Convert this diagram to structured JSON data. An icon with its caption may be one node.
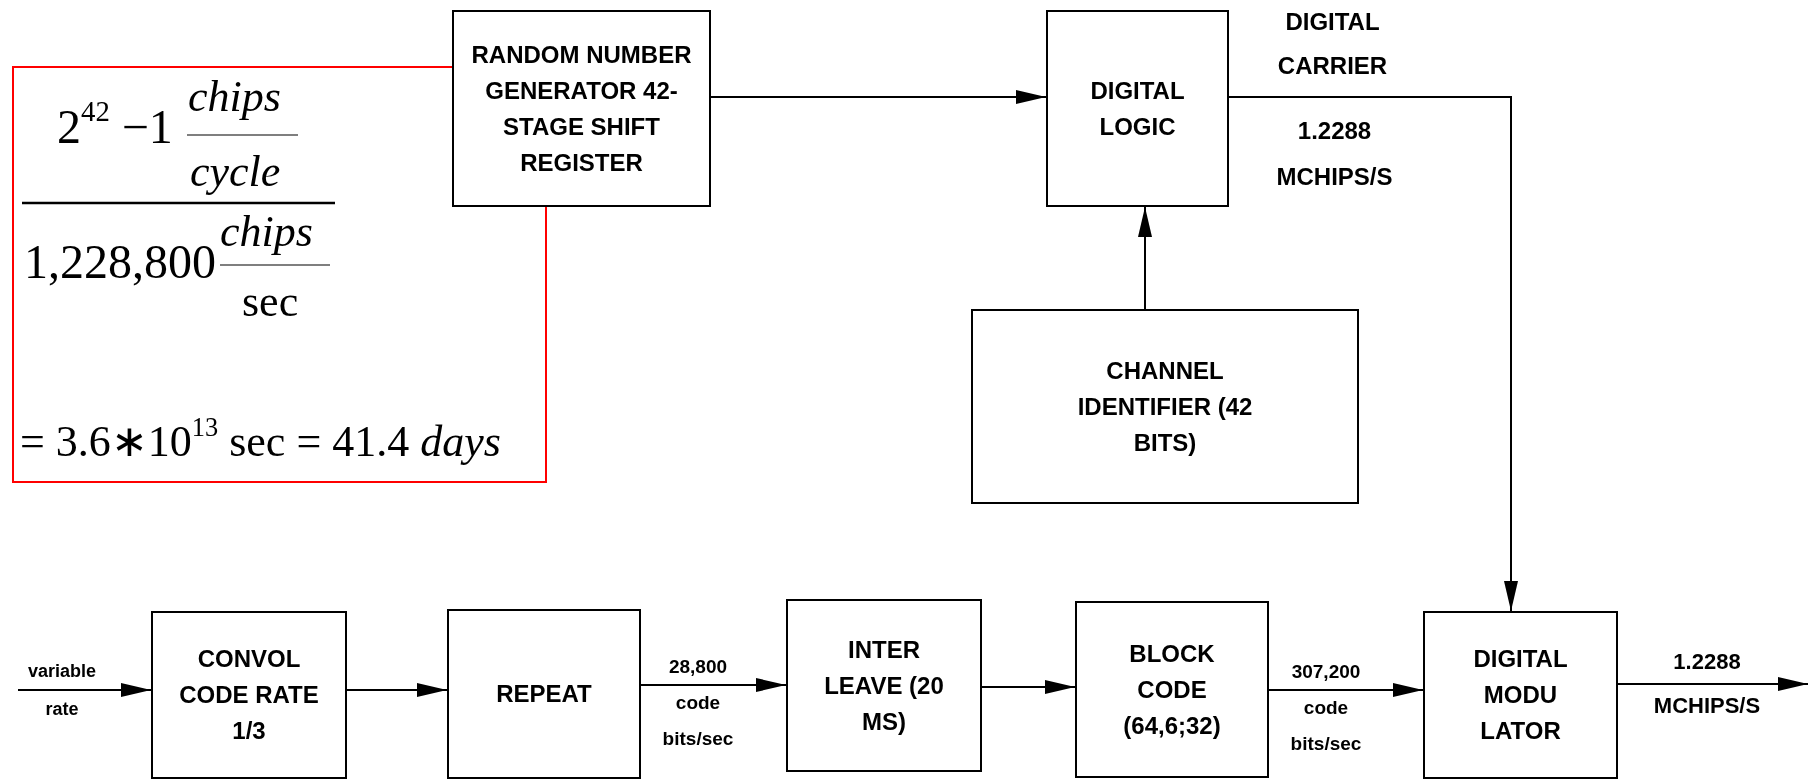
{
  "diagram": {
    "nodes": [
      {
        "text": [
          "2$^{42}$ −1",
          "chips",
          "cycle",
          "1,228,800",
          "chips",
          "sec",
          "= 3.6∗10$^{13}$ sec = 41.4 *days*"
        ]
      },
      {
        "text": [
          "RANDOM NUMBER GENERATOR 42-STAGE SHIFT REGISTER"
        ]
      },
      {
        "text": [
          "DIGITAL LOGIC"
        ]
      },
      {
        "text": [
          "CHANNEL IDENTIFIER (42 BITS)"
        ]
      },
      {
        "text": [
          "CONVOL CODE RATE 1/3"
        ]
      },
      {
        "text": [
          "REPEAT"
        ]
      },
      {
        "text": [
          "INTER LEAVE (20 MS)"
        ]
      },
      {
        "text": [
          "BLOCK CODE (64,6;32)"
        ]
      },
      {
        "text": [
          "DIGITAL MODU LATOR"
        ]
      }
    ],
    "edges": [
      {
        "from": 1,
        "to": 2,
        "arrow": "to"
      },
      {
        "from": 3,
        "to": 2,
        "arrow": "to"
      },
      {
        "from": 2,
        "to": 8,
        "arrow": "to",
        "label": "DIGITAL CARRIER"
      },
      {
        "from": null,
        "to": 4,
        "arrow": "to",
        "label": "variable rate"
      },
      {
        "from": 4,
        "to": 5,
        "arrow": "to"
      },
      {
        "from": 5,
        "to": 6,
        "arrow": "to",
        "label": "28,800 code bits/sec"
      },
      {
        "from": 6,
        "to": 7,
        "arrow": "to"
      },
      {
        "from": 7,
        "to": 8,
        "arrow": "to",
        "label": "307,200 code bits/sec"
      },
      {
        "from": 8,
        "to": null,
        "arrow": "to",
        "label": "1.2288 MCHIPS/S"
      }
    ],
    "labels": [
      "1.2288 MCHIPS/S"
    ]
  }
}
